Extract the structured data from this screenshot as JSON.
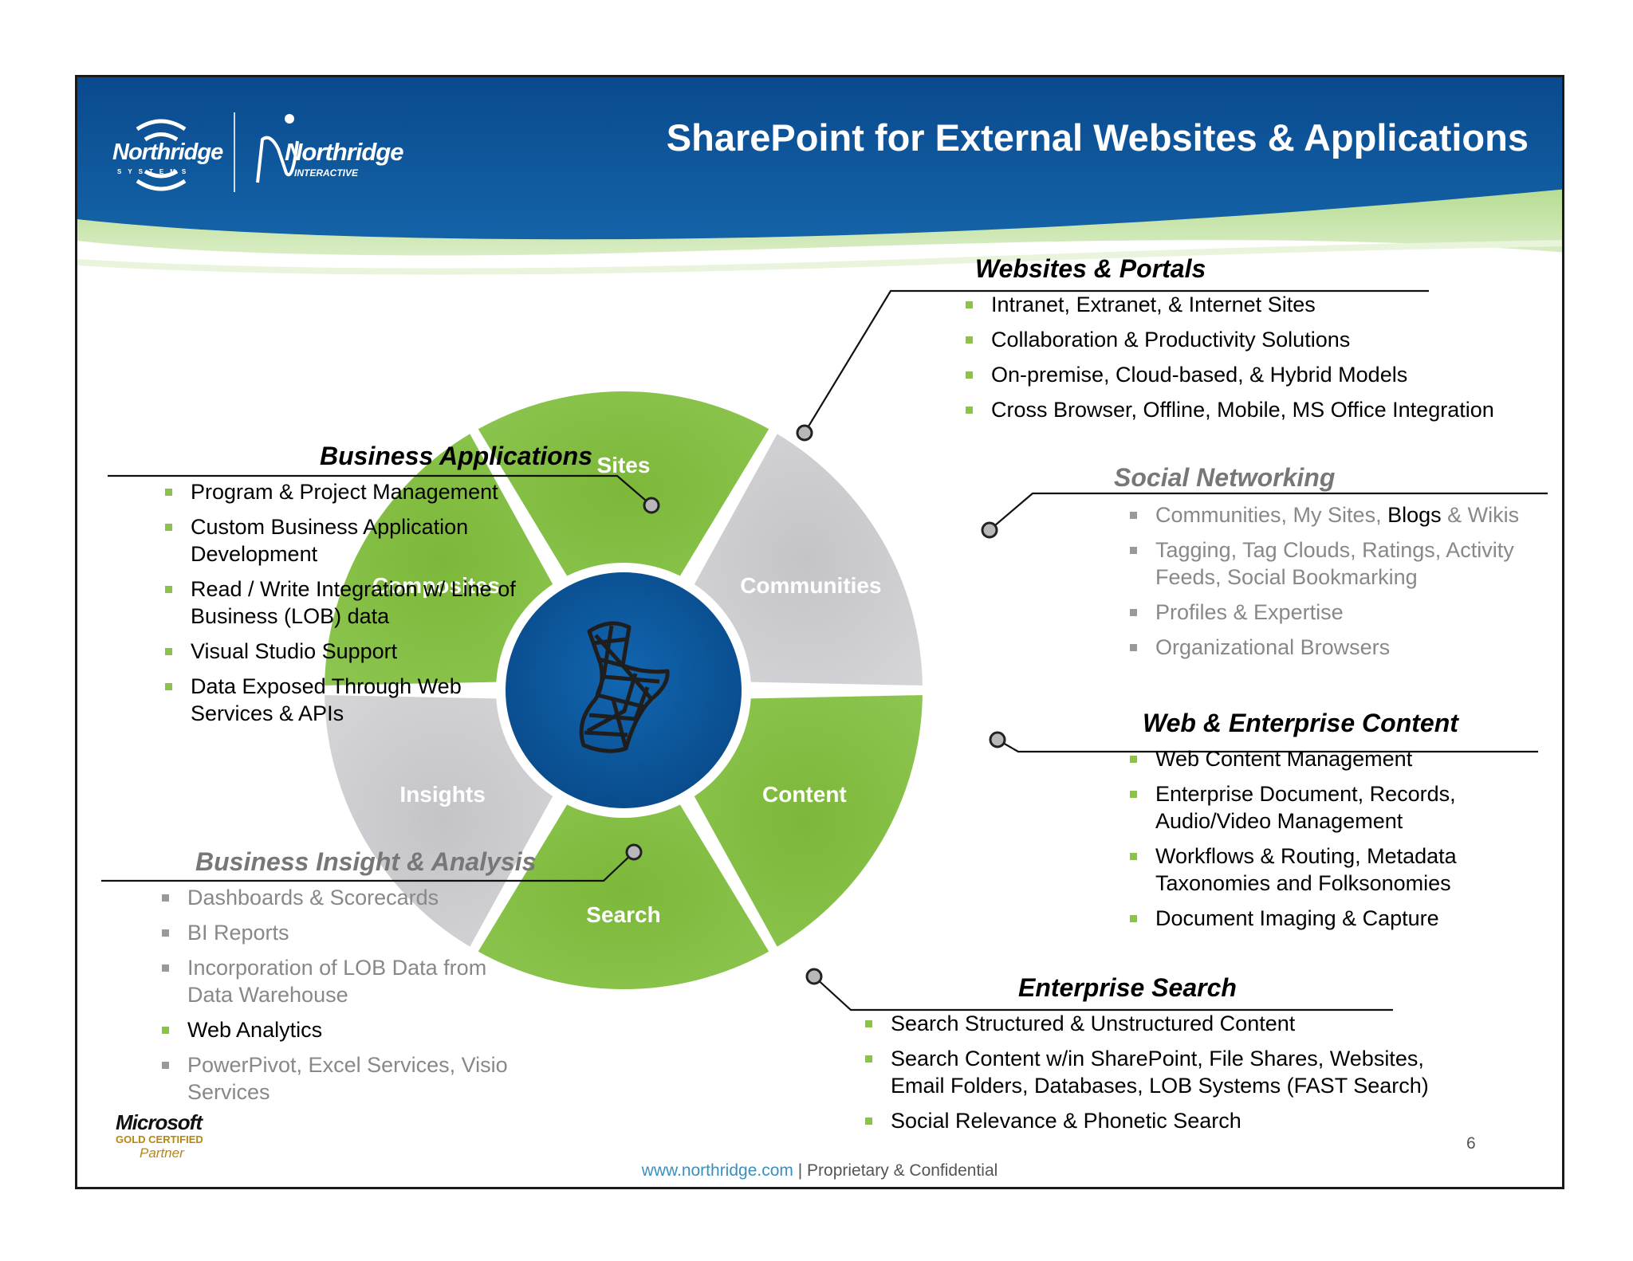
{
  "header": {
    "title": "SharePoint for External Websites & Applications",
    "logo_northridge_systems": "Northridge",
    "logo_northridge_systems_sub": "SYSTEMS",
    "logo_northridge_interactive": "Northridge",
    "logo_northridge_interactive_sub": "INTERACTIVE"
  },
  "wheel": {
    "segments": [
      "Sites",
      "Communities",
      "Content",
      "Search",
      "Insights",
      "Composites"
    ]
  },
  "sections": {
    "websites": {
      "title": "Websites & Portals",
      "items": [
        "Intranet, Extranet, & Internet Sites",
        "Collaboration & Productivity Solutions",
        "On-premise, Cloud-based, & Hybrid Models",
        "Cross Browser, Offline, Mobile, MS Office Integration"
      ]
    },
    "business_apps": {
      "title": "Business Applications",
      "items": [
        "Program & Project Management",
        "Custom Business Application Development",
        "Read / Write Integration w/ Line of Business (LOB) data",
        "Visual Studio Support",
        "Data Exposed Through Web Services & APIs"
      ]
    },
    "social": {
      "title": "Social Networking",
      "items": [
        {
          "pre": "Communities, My Sites, ",
          "highlight": "Blogs",
          "post": " & Wikis"
        },
        "Tagging, Tag Clouds, Ratings, Activity Feeds, Social Bookmarking",
        "Profiles & Expertise",
        "Organizational Browsers"
      ]
    },
    "web_content": {
      "title": "Web & Enterprise Content",
      "items": [
        "Web Content Management",
        "Enterprise Document, Records, Audio/Video Management",
        "Workflows & Routing, Metadata Taxonomies and Folksonomies",
        "Document Imaging & Capture"
      ]
    },
    "insight": {
      "title": "Business Insight & Analysis",
      "items": [
        "Dashboards & Scorecards",
        "BI Reports",
        "Incorporation of LOB Data from Data Warehouse",
        "Web Analytics",
        "PowerPivot, Excel Services, Visio Services"
      ]
    },
    "search": {
      "title": "Enterprise Search",
      "items": [
        "Search Structured & Unstructured Content",
        "Search Content w/in SharePoint, File Shares, Websites, Email Folders, Databases, LOB Systems (FAST Search)",
        "Social Relevance & Phonetic Search"
      ]
    }
  },
  "footer": {
    "url": "www.northridge.com",
    "separator": " | ",
    "text": "Proprietary & Confidential",
    "page": "6"
  },
  "badge": {
    "microsoft": "Microsoft",
    "gold": "GOLD CERTIFIED",
    "partner": "Partner"
  },
  "colors": {
    "green": "#8bc34a",
    "gray_segment": "#cfcfd2",
    "blue_center": "#0b5394",
    "header_blue": "#0d4f94"
  }
}
